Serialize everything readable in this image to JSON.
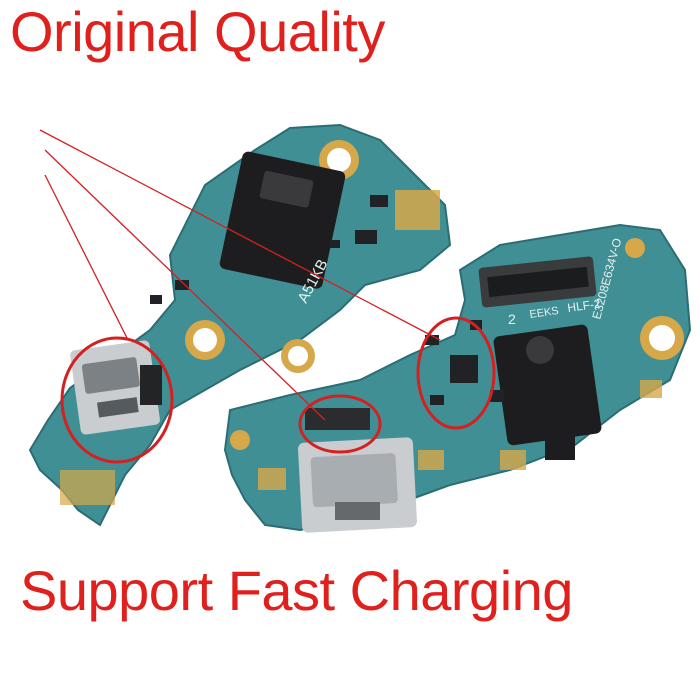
{
  "headlines": {
    "top": "Original Quality",
    "bottom": "Support Fast Charging"
  },
  "colors": {
    "headline": "#e0201c",
    "annotation": "#d42020",
    "pcb": "#3f8f95",
    "pcb_dark": "#2c6d74",
    "gold": "#d7a84a",
    "connector": "#1d1d1f",
    "usb_metal": "#c9cdd0"
  },
  "board_markings": {
    "left_board": "A51KB",
    "right_board_label_1": "EEKS",
    "right_board_label_2": "HLF-2",
    "right_board_code": "E3208E634V-O",
    "right_board_number": "2"
  }
}
